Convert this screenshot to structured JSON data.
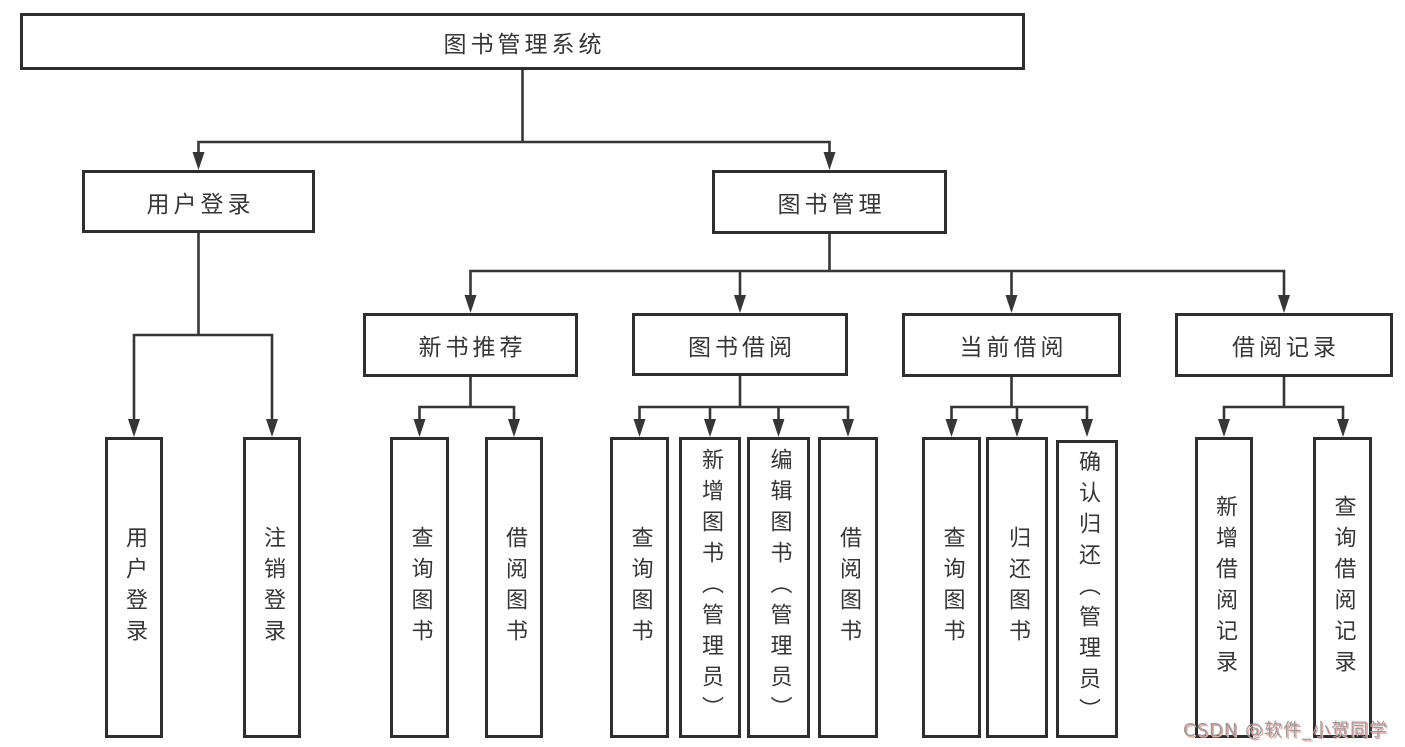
{
  "diagram": {
    "type": "hierarchy-tree",
    "title": "图书管理系统",
    "watermark": "CSDN @软件_小贺同学",
    "colors": {
      "background": "#ffffff",
      "line": "#363636",
      "box_border": "#2e2e2e",
      "text": "#363636",
      "watermark_text": "#9b9b9b",
      "watermark_shadow": "#eaa9a9"
    },
    "nodes": {
      "root": {
        "label": "图书管理系统",
        "level": 1
      },
      "user_login": {
        "label": "用户登录",
        "level": 2
      },
      "book_mgmt": {
        "label": "图书管理",
        "level": 2
      },
      "new_book_rec": {
        "label": "新书推荐",
        "level": 3
      },
      "book_borrow": {
        "label": "图书借阅",
        "level": 3
      },
      "current_borrow": {
        "label": "当前借阅",
        "level": 3
      },
      "borrow_record": {
        "label": "借阅记录",
        "level": 3
      },
      "leaf_user_login": {
        "label": "用户登录",
        "level": 4
      },
      "leaf_logout": {
        "label": "注销登录",
        "level": 4
      },
      "leaf_query_book_rec": {
        "label": "查询图书",
        "level": 4
      },
      "leaf_borrow_book_rec": {
        "label": "借阅图书",
        "level": 4
      },
      "leaf_query_book_borrow": {
        "label": "查询图书",
        "level": 4
      },
      "leaf_add_book": {
        "label": "新增图书（管理员）",
        "level": 4
      },
      "leaf_edit_book": {
        "label": "编辑图书（管理员）",
        "level": 4
      },
      "leaf_borrow_book_borrow": {
        "label": "借阅图书",
        "level": 4
      },
      "leaf_query_book_current": {
        "label": "查询图书",
        "level": 4
      },
      "leaf_return_book": {
        "label": "归还图书",
        "level": 4
      },
      "leaf_confirm_return": {
        "label": "确认归还（管理员）",
        "level": 4
      },
      "leaf_add_borrow_record": {
        "label": "新增借阅记录",
        "level": 4
      },
      "leaf_query_borrow_record": {
        "label": "查询借阅记录",
        "level": 4
      }
    },
    "edges": [
      {
        "from": "root",
        "to": "user_login"
      },
      {
        "from": "root",
        "to": "book_mgmt"
      },
      {
        "from": "user_login",
        "to": "leaf_user_login"
      },
      {
        "from": "user_login",
        "to": "leaf_logout"
      },
      {
        "from": "book_mgmt",
        "to": "new_book_rec"
      },
      {
        "from": "book_mgmt",
        "to": "book_borrow"
      },
      {
        "from": "book_mgmt",
        "to": "current_borrow"
      },
      {
        "from": "book_mgmt",
        "to": "borrow_record"
      },
      {
        "from": "new_book_rec",
        "to": "leaf_query_book_rec"
      },
      {
        "from": "new_book_rec",
        "to": "leaf_borrow_book_rec"
      },
      {
        "from": "book_borrow",
        "to": "leaf_query_book_borrow"
      },
      {
        "from": "book_borrow",
        "to": "leaf_add_book"
      },
      {
        "from": "book_borrow",
        "to": "leaf_edit_book"
      },
      {
        "from": "book_borrow",
        "to": "leaf_borrow_book_borrow"
      },
      {
        "from": "current_borrow",
        "to": "leaf_query_book_current"
      },
      {
        "from": "current_borrow",
        "to": "leaf_return_book"
      },
      {
        "from": "current_borrow",
        "to": "leaf_confirm_return"
      },
      {
        "from": "borrow_record",
        "to": "leaf_add_borrow_record"
      },
      {
        "from": "borrow_record",
        "to": "leaf_query_borrow_record"
      }
    ]
  }
}
